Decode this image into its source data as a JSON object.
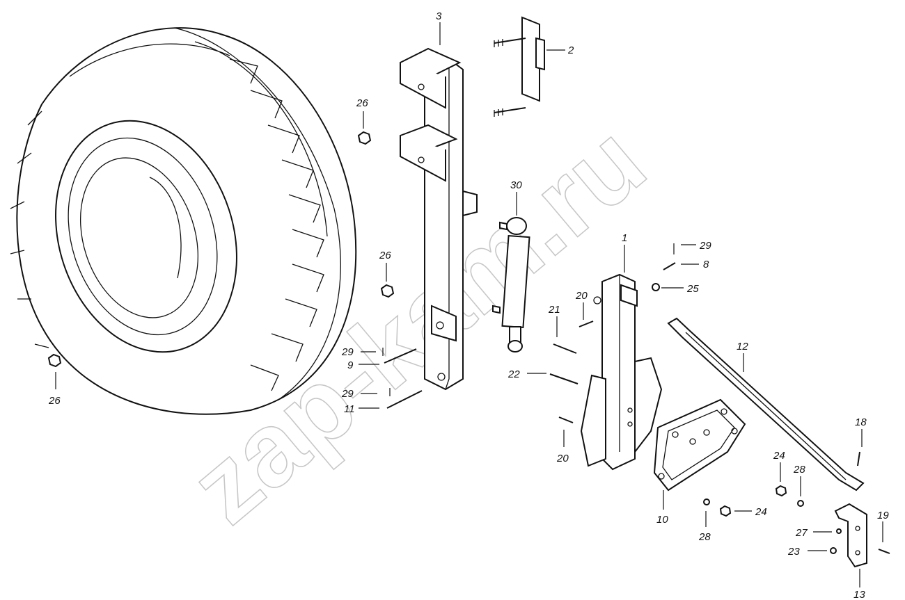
{
  "watermark": "zap-kam.ru",
  "labels": [
    {
      "text": "3"
    },
    {
      "text": "2"
    },
    {
      "text": "26"
    },
    {
      "text": "30"
    },
    {
      "text": "26"
    },
    {
      "text": "1"
    },
    {
      "text": "29"
    },
    {
      "text": "8"
    },
    {
      "text": "25"
    },
    {
      "text": "20"
    },
    {
      "text": "21"
    },
    {
      "text": "12"
    },
    {
      "text": "29"
    },
    {
      "text": "9"
    },
    {
      "text": "22"
    },
    {
      "text": "29"
    },
    {
      "text": "11"
    },
    {
      "text": "26"
    },
    {
      "text": "20"
    },
    {
      "text": "18"
    },
    {
      "text": "24"
    },
    {
      "text": "28"
    },
    {
      "text": "10"
    },
    {
      "text": "24"
    },
    {
      "text": "28"
    },
    {
      "text": "19"
    },
    {
      "text": "27"
    },
    {
      "text": "23"
    },
    {
      "text": "13"
    }
  ]
}
